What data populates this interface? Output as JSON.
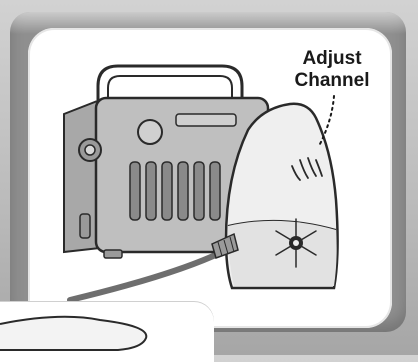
{
  "callout": {
    "line1": "Adjust",
    "line2": "Channel"
  },
  "icons": {
    "camera_body": "camera-body-illustration",
    "housing": "waterproof-housing-illustration",
    "dial": "channel-dial-icon",
    "hand": "hand-illustration"
  },
  "colors": {
    "frame": "#8f8f8f",
    "card": "#ffffff",
    "ink": "#1a1a1a",
    "housing_fill": "#efefef",
    "body_fill": "#bfbfbf",
    "cable": "#6e6e6e"
  }
}
